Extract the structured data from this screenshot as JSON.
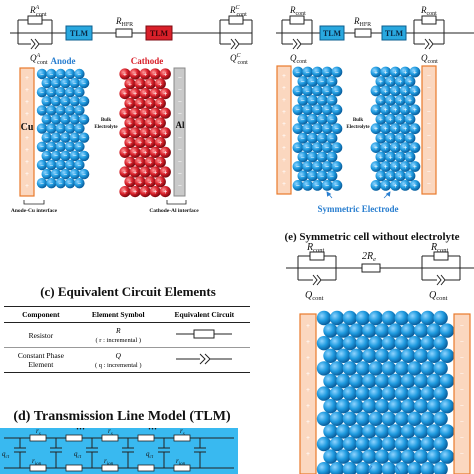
{
  "panel_a": {
    "anode_label": "Anode",
    "cathode_label": "Cathode",
    "cu_label": "Cu",
    "al_label": "Al",
    "bulk_label_1": "Bulk",
    "bulk_label_2": "Electrolyte",
    "anode_interface": "Anode-Cu interface",
    "cathode_interface": "Cathode-Al interface",
    "circuit": {
      "r_cont_a": "R",
      "r_cont_a_sub": "cont",
      "r_cont_a_sup": "A",
      "q_cont_a": "Q",
      "q_cont_a_sub": "cont",
      "q_cont_a_sup": "A",
      "tlm": "TLM",
      "r_hfr": "R",
      "r_hfr_sub": "HFR",
      "tlm2": "TLM",
      "r_cont_c": "R",
      "r_cont_c_sub": "cont",
      "r_cont_c_sup": "C",
      "q_cont_c": "Q",
      "q_cont_c_sub": "cont",
      "q_cont_c_sup": "C"
    }
  },
  "panel_b": {
    "bulk_label_1": "Bulk",
    "bulk_label_2": "Electrolyte",
    "symmetric_label": "Symmetric Electrode",
    "circuit": {
      "r_cont_l": "R",
      "r_cont_l_sub": "cont",
      "q_cont_l": "Q",
      "q_cont_l_sub": "cont",
      "tlm_l": "TLM",
      "r_hfr": "R",
      "r_hfr_sub": "HFR",
      "tlm_r": "TLM",
      "r_cont_r": "R",
      "r_cont_r_sub": "cont",
      "q_cont_r": "Q",
      "q_cont_r_sub": "cont"
    }
  },
  "panel_c": {
    "title": "(c) Equivalent Circuit Elements",
    "headers": [
      "Component",
      "Element Symbol",
      "Equivalent Circuit"
    ],
    "rows": [
      {
        "component": "Resistor",
        "symbol": "R",
        "symbol_note": "( r : incremental )"
      },
      {
        "component": "Constant Phase Element",
        "symbol": "Q",
        "symbol_note": "( q : incremental )"
      }
    ]
  },
  "panel_d": {
    "title": "(d) Transmission Line Model (TLM)",
    "labels": {
      "r_s": "r",
      "r_s_sub": "s",
      "q_ct": "q",
      "q_ct_sub": "ct",
      "r_ion": "r",
      "r_ion_sub": "ion",
      "dots": "···"
    }
  },
  "panel_e": {
    "title": "(e) Symmetric cell without electrolyte",
    "circuit": {
      "r_cont_l": "R",
      "r_cont_l_sub": "cont",
      "q_cont_l": "Q",
      "q_cont_l_sub": "cont",
      "r_mid": "2R",
      "r_mid_sub": "e",
      "r_cont_r": "R",
      "r_cont_r_sub": "cont",
      "q_cont_r": "Q",
      "q_cont_r_sub": "cont"
    }
  },
  "colors": {
    "anode_sphere": "#1f9be0",
    "cathode_sphere": "#d9202a",
    "collector_fill": "#fbd7bf",
    "collector_stroke": "#e87a2c",
    "al_collector": "#c9c9c9",
    "tlm_box": "#29a8df",
    "tlm_box_red": "#d9202a",
    "tlm_panel_bg": "#39b9f0",
    "label_blue": "#2a7fd0"
  }
}
